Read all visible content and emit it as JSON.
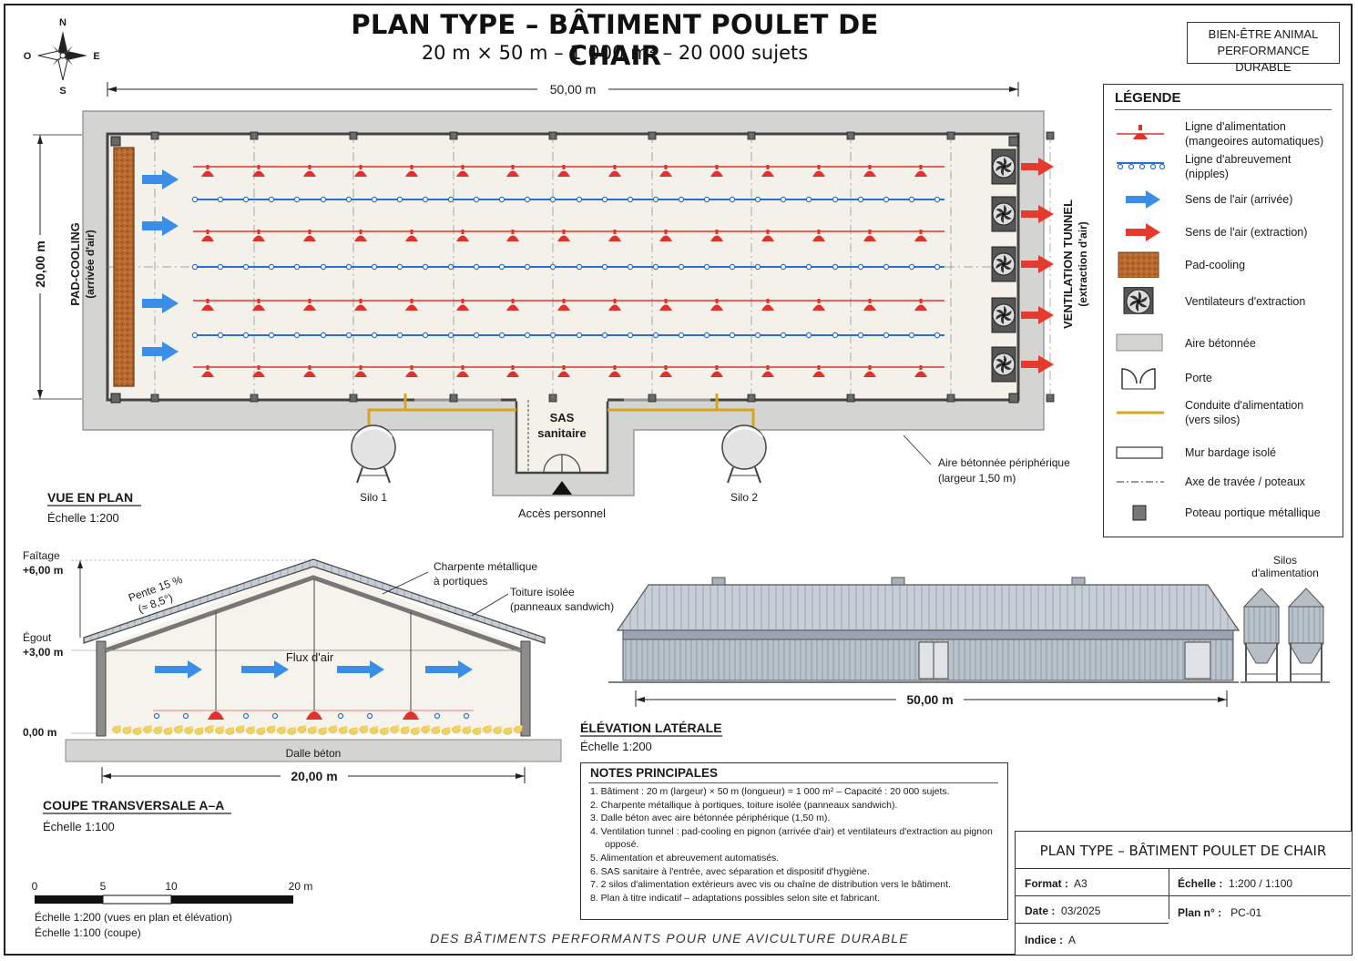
{
  "header": {
    "title": "PLAN TYPE – BÂTIMENT POULET DE CHAIR",
    "subtitle": "20 m × 50 m – 1 000 m² – 20 000 sujets",
    "badge_line1": "BIEN-ÊTRE ANIMAL",
    "badge_line2": "PERFORMANCE DURABLE"
  },
  "compass": {
    "n": "N",
    "s": "S",
    "e": "E",
    "o": "O"
  },
  "plan": {
    "length_dim": "50,00 m",
    "width_dim": "20,00 m",
    "pad_label_1": "PAD-COOLING",
    "pad_label_2": "(arrivée d'air)",
    "vent_label_1": "VENTILATION TUNNEL",
    "vent_label_2": "(extraction d'air)",
    "sas_1": "SAS",
    "sas_2": "sanitaire",
    "silo1": "Silo 1",
    "silo2": "Silo 2",
    "access": "Accès personnel",
    "apron_1": "Aire bétonnée périphérique",
    "apron_2": "(largeur 1,50 m)",
    "view_title": "VUE EN PLAN",
    "view_scale": "Échelle 1:200"
  },
  "section": {
    "ridge_1": "Faîtage",
    "ridge_2": "+6,00 m",
    "eave_1": "Égout",
    "eave_2": "+3,00 m",
    "ground": "0,00 m",
    "slope_1": "Pente 15 %",
    "slope_2": "(≈ 8,5°)",
    "frame_1": "Charpente métallique",
    "frame_2": "à portiques",
    "roof_1": "Toiture isolée",
    "roof_2": "(panneaux sandwich)",
    "airflow": "Flux d'air",
    "slab": "Dalle béton",
    "width_dim": "20,00 m",
    "view_title": "COUPE TRANSVERSALE A–A",
    "view_scale": "Échelle 1:100"
  },
  "elevation": {
    "silos_1": "Silos",
    "silos_2": "d'alimentation",
    "length_dim": "50,00 m",
    "view_title": "ÉLÉVATION LATÉRALE",
    "view_scale": "Échelle 1:200"
  },
  "scalebar": {
    "t0": "0",
    "t5": "5",
    "t10": "10",
    "t20": "20 m",
    "note1": "Échelle 1:200 (vues en plan et élévation)",
    "note2": "Échelle 1:100 (coupe)"
  },
  "legend": {
    "title": "LÉGENDE",
    "items": [
      {
        "symbol": "feeder-line",
        "label": "Ligne d'alimentation\n(mangeoires automatiques)"
      },
      {
        "symbol": "drinker-line",
        "label": "Ligne d'abreuvement\n(nipples)"
      },
      {
        "symbol": "air-in-arrow",
        "label": "Sens de l'air (arrivée)"
      },
      {
        "symbol": "air-out-arrow",
        "label": "Sens de l'air (extraction)"
      },
      {
        "symbol": "pad-cooling",
        "label": "Pad-cooling"
      },
      {
        "symbol": "fan",
        "label": "Ventilateurs d'extraction"
      },
      {
        "symbol": "concrete",
        "label": "Aire bétonnée"
      },
      {
        "symbol": "door",
        "label": "Porte"
      },
      {
        "symbol": "feed-pipe",
        "label": "Conduite d'alimentation\n(vers silos)"
      },
      {
        "symbol": "wall",
        "label": "Mur bardage isolé"
      },
      {
        "symbol": "axis",
        "label": "Axe de travée / poteaux"
      },
      {
        "symbol": "post",
        "label": "Poteau portique métallique"
      }
    ]
  },
  "notes": {
    "title": "NOTES PRINCIPALES",
    "items": [
      "1.  Bâtiment : 20 m (largeur) × 50 m (longueur) = 1 000 m² – Capacité : 20 000 sujets.",
      "2.  Charpente métallique à portiques, toiture isolée (panneaux sandwich).",
      "3.  Dalle béton avec aire bétonnée périphérique (1,50 m).",
      "4.  Ventilation tunnel : pad-cooling en pignon (arrivée d'air) et ventilateurs d'extraction au pignon opposé.",
      "5.  Alimentation et abreuvement automatisés.",
      "6.  SAS sanitaire à l'entrée, avec séparation et dispositif d'hygiène.",
      "7.  2 silos d'alimentation extérieurs avec vis ou chaîne de distribution vers le bâtiment.",
      "8.  Plan à titre indicatif – adaptations possibles selon site et fabricant."
    ]
  },
  "title_block": {
    "title": "PLAN TYPE – BÂTIMENT POULET DE CHAIR",
    "format_label": "Format :",
    "format_value": "A3",
    "scale_label": "Échelle :",
    "scale_value": "1:200 / 1:100",
    "date_label": "Date :",
    "date_value": "03/2025",
    "plan_label": "Plan n° :",
    "plan_value": "PC-01",
    "index_label": "Indice :",
    "index_value": "A"
  },
  "footer": {
    "slogan": "DES BÂTIMENTS PERFORMANTS POUR UNE AVICULTURE DURABLE"
  },
  "colors": {
    "feeder": "#e0322a",
    "drinker": "#2a6fd0",
    "air_in": "#3b8ee8",
    "air_out": "#e53a2e",
    "pad": "#b8692e",
    "concrete": "#d4d4d2",
    "feed_pipe": "#d6a520"
  }
}
